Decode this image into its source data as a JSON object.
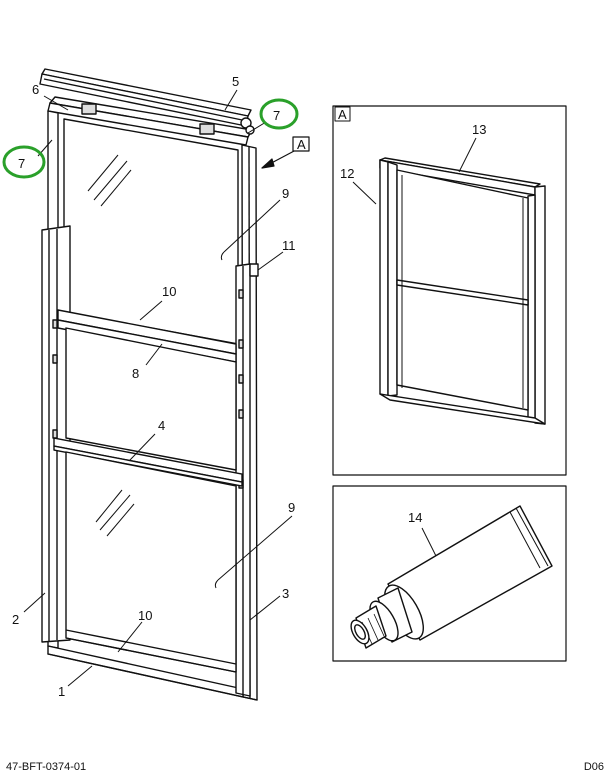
{
  "callouts": {
    "c1": "1",
    "c2": "2",
    "c3": "3",
    "c4": "4",
    "c5": "5",
    "c6": "6",
    "c7a": "7",
    "c7b": "7",
    "c8": "8",
    "c9a": "9",
    "c9b": "9",
    "c10a": "10",
    "c10b": "10",
    "c11": "11",
    "c12": "12",
    "c13": "13",
    "c14": "14"
  },
  "view_markers": {
    "arrow_label": "A",
    "inset_label": "A"
  },
  "footer": {
    "part_number": "47-BFT-0374-01",
    "sheet": "D06"
  },
  "colors": {
    "line": "#111111",
    "highlight": "#2aa02a",
    "background": "#ffffff"
  }
}
